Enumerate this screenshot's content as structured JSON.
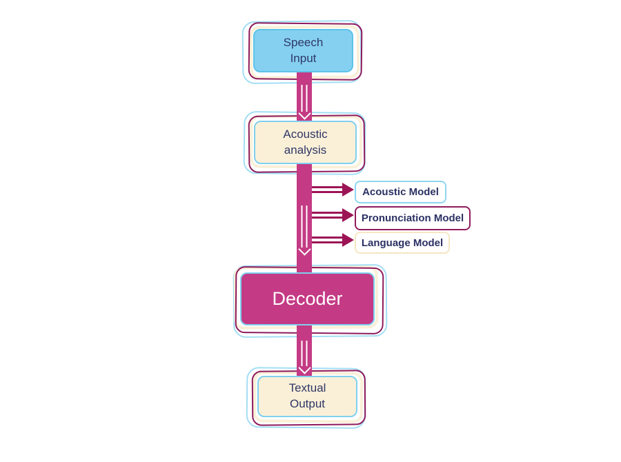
{
  "diagram": {
    "nodes": {
      "speech_input": {
        "label": "Speech\nInput"
      },
      "acoustic_analysis": {
        "label": "Acoustic\nanalysis"
      },
      "decoder": {
        "label": "Decoder"
      },
      "textual_output": {
        "label": "Textual\nOutput"
      }
    },
    "models": [
      {
        "label": "Acoustic Model"
      },
      {
        "label": "Pronunciation Model"
      },
      {
        "label": "Language Model"
      }
    ],
    "flow": [
      "Speech Input",
      "Acoustic analysis",
      "Decoder",
      "Textual Output"
    ],
    "decoder_inputs": [
      "Acoustic Model",
      "Pronunciation Model",
      "Language Model"
    ],
    "colors": {
      "box_blue": "#85d0f0",
      "box_cream": "#faf0d8",
      "decoder_magenta": "#c43a84",
      "bar_magenta": "#c43a84",
      "arrow_crimson": "#9c1456",
      "outline_dark_magenta": "#8e1a5c",
      "outline_cyan": "#a3def4",
      "box_border_cyan": "#7fd0ef",
      "text_navy": "#2f3767",
      "background": "#ffffff"
    }
  }
}
